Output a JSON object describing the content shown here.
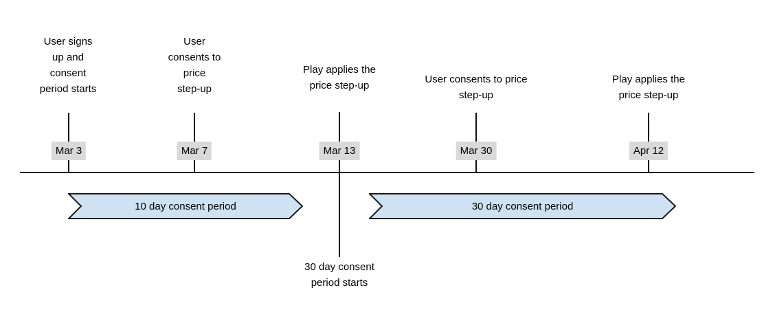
{
  "diagram": {
    "background": "#ffffff",
    "colors": {
      "text": "#000000",
      "axis": "#111111",
      "date_label_bg": "#d9d9d9",
      "period_fill": "#cfe2f3",
      "period_border": "#1a1a1a"
    },
    "events": [
      {
        "date": "Mar 3",
        "title": "User signs\nup and\nconsent\nperiod starts"
      },
      {
        "date": "Mar 7",
        "title": "User\nconsents to\nprice\nstep-up"
      },
      {
        "date": "Mar 13",
        "title": "Play applies the\nprice step-up"
      },
      {
        "date": "Mar 30",
        "title": "User consents to price\nstep-up"
      },
      {
        "date": "Apr 12",
        "title": "Play applies the\nprice step-up"
      }
    ],
    "periods": [
      {
        "label": "10 day consent period"
      },
      {
        "label": "30 day consent period"
      }
    ],
    "callout": {
      "text": "30 day consent\nperiod starts"
    }
  }
}
